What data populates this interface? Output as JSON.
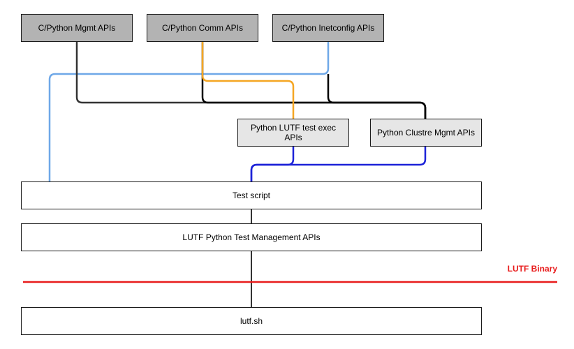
{
  "top_apis": {
    "mgmt": "C/Python Mgmt APIs",
    "comm": "C/Python Comm APIs",
    "inetconfig": "C/Python Inetconfig APIs"
  },
  "middle_apis": {
    "test_exec": "Python LUTF test exec APIs",
    "clustre_mgmt": "Python Clustre Mgmt APIs"
  },
  "layers": {
    "test_script": "Test script",
    "test_mgmt_apis": "LUTF Python Test Management APIs",
    "lutf_sh": "lutf.sh"
  },
  "boundary": {
    "label": "LUTF Binary",
    "color": "#e81c1c"
  },
  "colors": {
    "dark_box": "#b3b3b3",
    "light_box": "#e6e6e6",
    "light_blue_link": "#6fa8e8",
    "orange_link": "#f5a623",
    "blue_link": "#1c22d8",
    "inet_blue_link": "#4a7fc8",
    "black_link": "#000000",
    "dark_link": "#333333"
  }
}
